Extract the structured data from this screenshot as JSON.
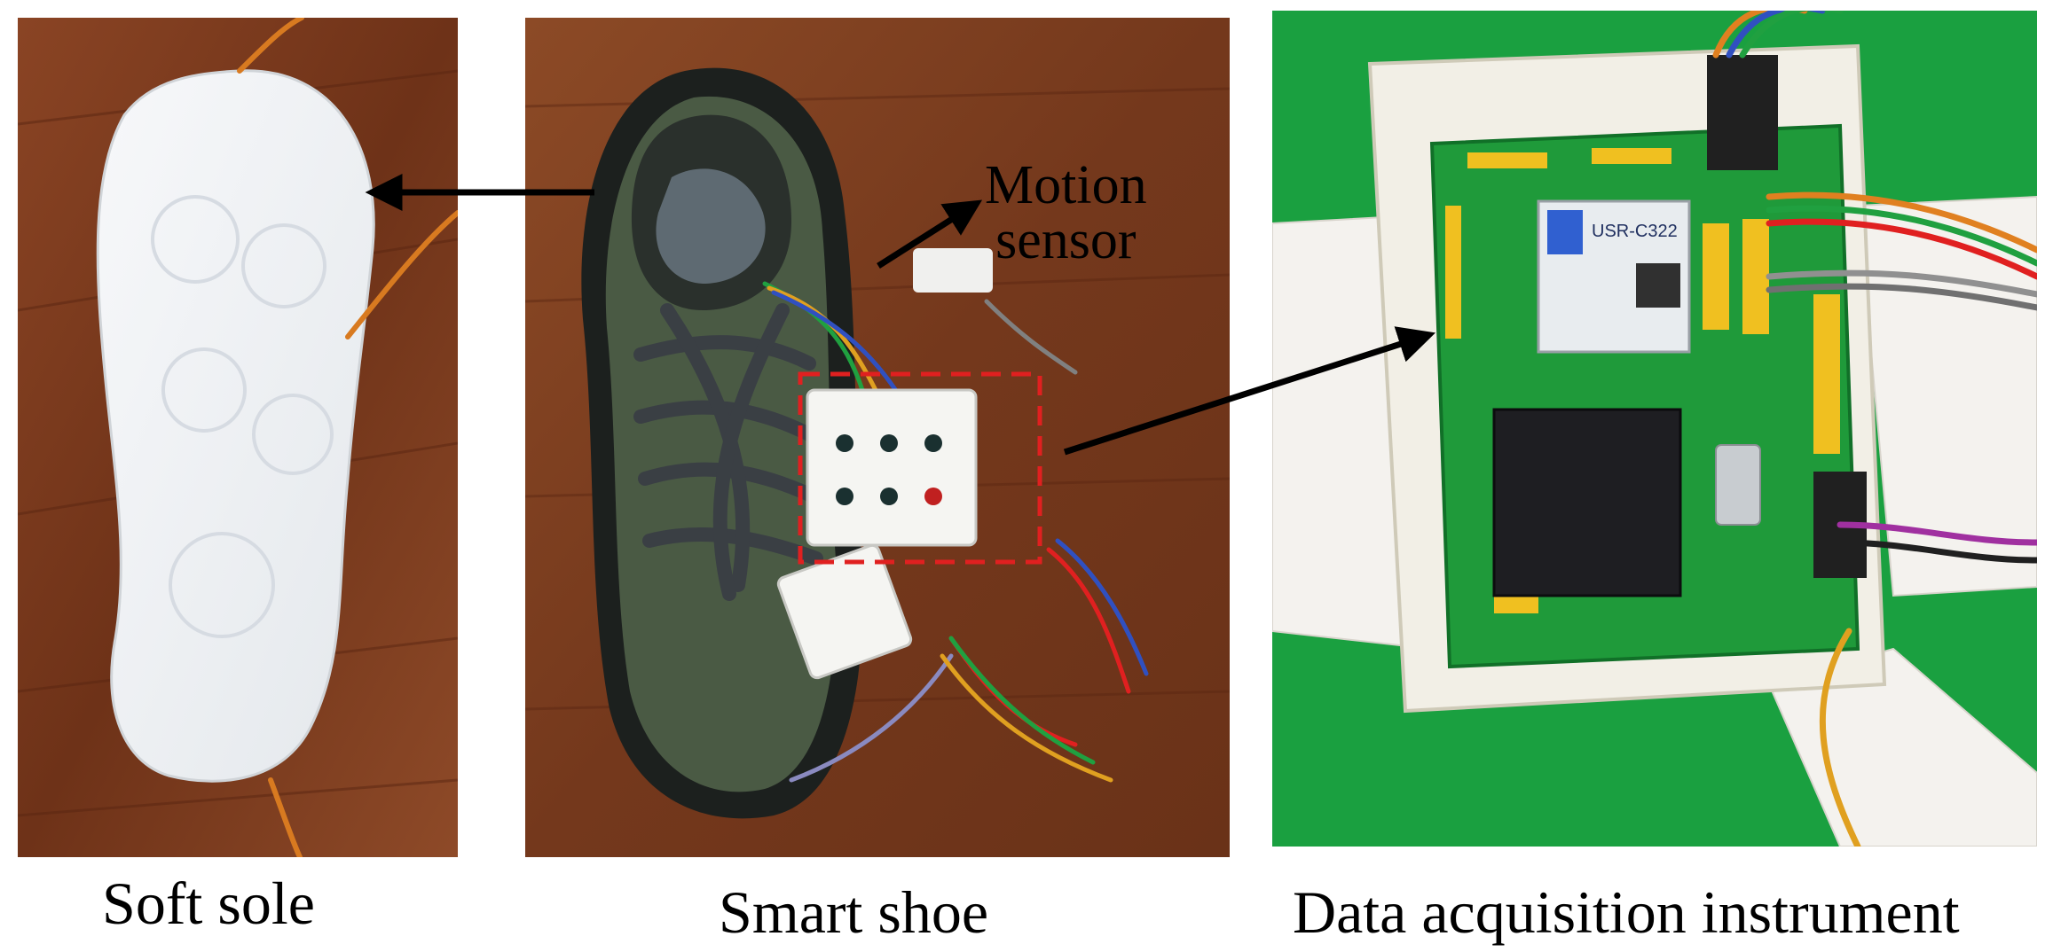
{
  "figure": {
    "panels": [
      {
        "id": "sole",
        "caption": "Soft sole"
      },
      {
        "id": "shoe",
        "caption": "Smart shoe"
      },
      {
        "id": "daq",
        "caption": "Data acquisition instrument"
      }
    ],
    "annotations": {
      "motion_sensor_line1": "Motion",
      "motion_sensor_line2": "sensor"
    },
    "board_markings": {
      "module_label": "USR-C322"
    },
    "colors": {
      "wood": "#7a3a1e",
      "wood_dark": "#5a2612",
      "sole": "#eef0f2",
      "shoe_fabric": "#4a5a44",
      "shoe_dark": "#1e2420",
      "pcb_green": "#1f9a3a",
      "case_white": "#f2efe6",
      "background_green": "#1aa040",
      "highlight_box": "#e02020",
      "arrow": "#000000"
    }
  }
}
